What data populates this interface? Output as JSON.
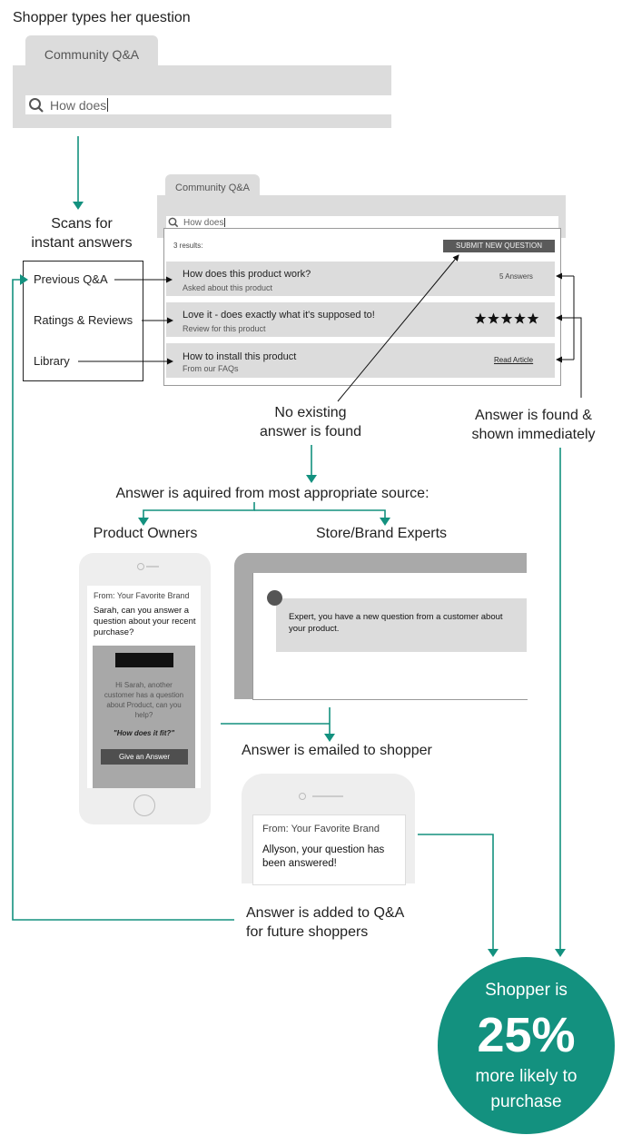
{
  "header": {
    "title": "Shopper types her question"
  },
  "search_widget": {
    "tab_label": "Community Q&A",
    "query": "How does"
  },
  "results_widget": {
    "tab_label": "Community Q&A",
    "query": "How does",
    "results_count": "3 results:",
    "submit_button": "SUBMIT NEW QUESTION",
    "results": [
      {
        "title": "How does this product work?",
        "subtitle": "Asked about this product",
        "meta": "5 Answers"
      },
      {
        "title": "Love it - does exactly what it's supposed to!",
        "subtitle": "Review for this product",
        "rating": 5
      },
      {
        "title": "How to install this product",
        "subtitle": "From our FAQs",
        "link": "Read Article"
      }
    ]
  },
  "scan": {
    "heading_line1": "Scans for",
    "heading_line2": "instant answers",
    "sources": [
      "Previous Q&A",
      "Ratings & Reviews",
      "Library"
    ]
  },
  "no_answer": {
    "line1": "No existing",
    "line2": "answer is found"
  },
  "found": {
    "line1": "Answer is found &",
    "line2": "shown immediately"
  },
  "acquire": {
    "heading": "Answer is aquired from most appropriate source:",
    "left_label": "Product Owners",
    "right_label": "Store/Brand Experts"
  },
  "owner_phone": {
    "from": "From: Your Favorite Brand",
    "message": "Sarah, can you answer a question about your recent purchase?",
    "body": "Hi Sarah, another customer has a question about Product, can you help?",
    "question": "\"How does it fit?\"",
    "button": "Give an Answer"
  },
  "expert_screen": {
    "message": "Expert, you have a new question from a customer about your product."
  },
  "emailed": {
    "label": "Answer is emailed to shopper"
  },
  "shopper_phone": {
    "from": "From: Your Favorite Brand",
    "message": "Allyson, your question has been answered!"
  },
  "added": {
    "line1": "Answer is added to Q&A",
    "line2": "for future shoppers"
  },
  "result": {
    "line1": "Shopper is",
    "percent": "25%",
    "line2": "more likely to",
    "line3": "purchase"
  },
  "colors": {
    "accent": "#13917f",
    "widget_gray": "#dcdcdc",
    "dark_button": "#5a5a5a"
  },
  "icons": [
    "search-icon",
    "star-icon",
    "arrow-icon"
  ]
}
